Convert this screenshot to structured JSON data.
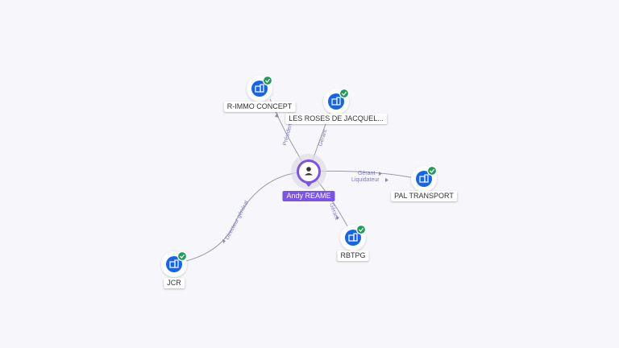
{
  "center": {
    "name": "Andy REAME",
    "icon": "person-icon"
  },
  "companies": [
    {
      "id": "rimmo",
      "name": "R-IMMO CONCEPT",
      "icon": "building-icon",
      "badge": "check-icon"
    },
    {
      "id": "roses",
      "name": "LES ROSES DE JACQUEL...",
      "icon": "building-icon",
      "badge": "check-icon"
    },
    {
      "id": "pal",
      "name": "PAL TRANSPORT",
      "icon": "building-icon",
      "badge": "check-icon"
    },
    {
      "id": "rbtpg",
      "name": "RBTPG",
      "icon": "building-icon",
      "badge": "check-icon"
    },
    {
      "id": "jcr",
      "name": "JCR",
      "icon": "building-icon",
      "badge": "check-icon"
    }
  ],
  "relations": [
    {
      "to": "rimmo",
      "roles": [
        "Président"
      ]
    },
    {
      "to": "roses",
      "roles": [
        "Gérant"
      ]
    },
    {
      "to": "pal",
      "roles": [
        "Gérant",
        "Liquidateur"
      ]
    },
    {
      "to": "rbtpg",
      "roles": [
        "Gérant"
      ]
    },
    {
      "to": "jcr",
      "roles": [
        "Directeur général"
      ]
    }
  ],
  "colors": {
    "accent": "#7b53e8",
    "company_blue": "#1565e6",
    "verified_green": "#1f9d55",
    "edge": "#9a9aa6",
    "edge_label": "#7f79c9"
  }
}
